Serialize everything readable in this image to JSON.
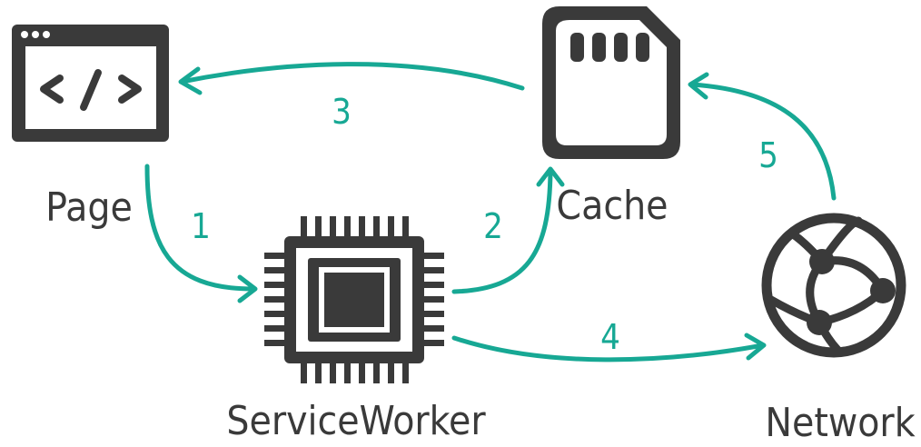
{
  "nodes": {
    "page": {
      "label": "Page",
      "icon": "browser-code-icon"
    },
    "service_worker": {
      "label": "ServiceWorker",
      "icon": "cpu-chip-icon"
    },
    "cache": {
      "label": "Cache",
      "icon": "sd-card-icon"
    },
    "network": {
      "label": "Network",
      "icon": "globe-network-icon"
    }
  },
  "steps": [
    {
      "number": "1",
      "from": "Page",
      "to": "ServiceWorker"
    },
    {
      "number": "2",
      "from": "ServiceWorker",
      "to": "Cache"
    },
    {
      "number": "3",
      "from": "Cache",
      "to": "Page"
    },
    {
      "number": "4",
      "from": "ServiceWorker",
      "to": "Network"
    },
    {
      "number": "5",
      "from": "Network",
      "to": "Cache"
    }
  ],
  "colors": {
    "icon": "#3a3a3a",
    "arrow": "#17a894",
    "background": "#ffffff"
  }
}
